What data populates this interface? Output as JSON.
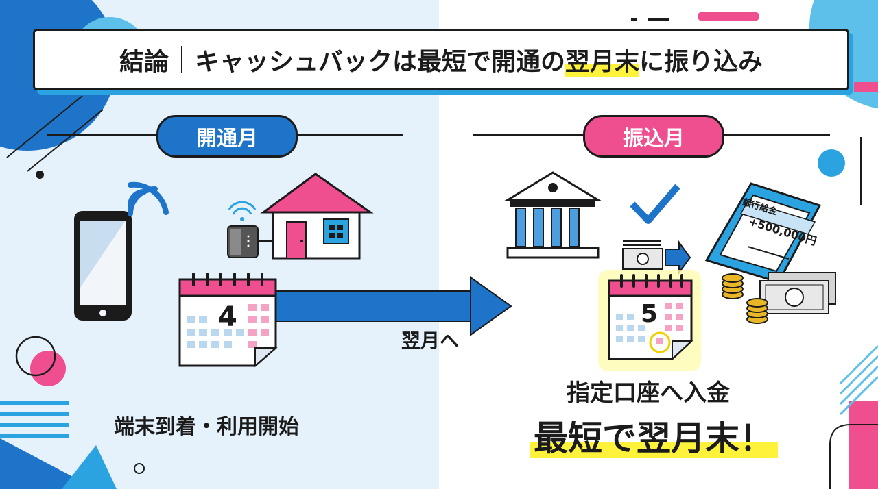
{
  "title": {
    "prefix": "結論",
    "main_before": "キャッシュバックは最短で開通の",
    "highlight": "翌月末",
    "main_after": "に振り込み"
  },
  "left": {
    "label": "開通月",
    "calendar_number": "4",
    "caption": "端末到着・利用開始"
  },
  "arrow_label": "翌月へ",
  "right": {
    "label": "振込月",
    "calendar_number": "5",
    "receipt": {
      "title": "銀行給金",
      "amount": "+500,000円"
    },
    "caption": "指定口座へ入金",
    "emphasis": "最短で翌月末！"
  },
  "colors": {
    "blue": "#1d74c8",
    "pink": "#ef4f8f",
    "yellow": "#fff23a",
    "light_blue": "#e6f2fb"
  }
}
